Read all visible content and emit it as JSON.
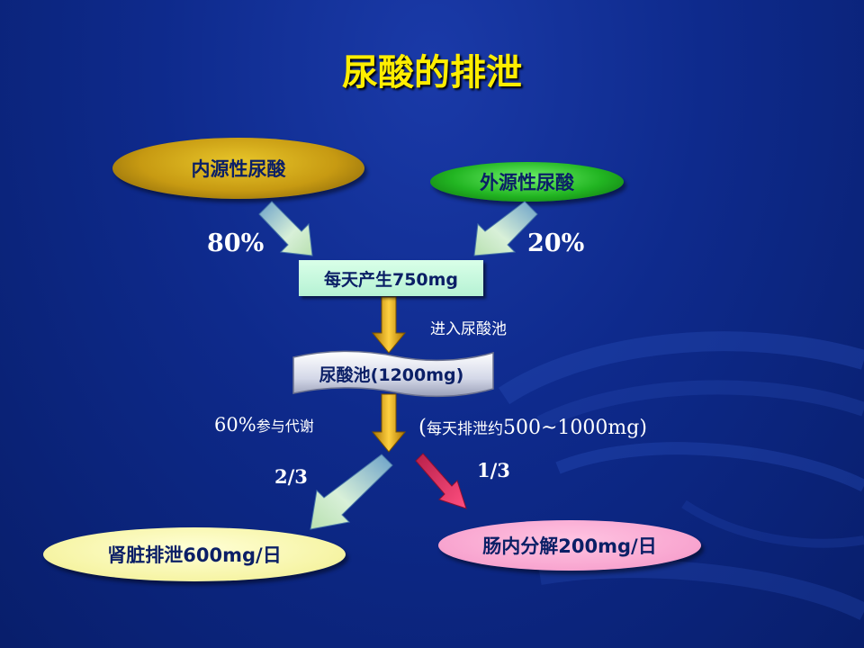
{
  "title": "尿酸的排泄",
  "sources": {
    "endogenous": "内源性尿酸",
    "exogenous": "外源性尿酸",
    "endogenous_pct": "80%",
    "exogenous_pct": "20%"
  },
  "production": {
    "daily_label": "每天产生750mg",
    "enter_pool_label": "进入尿酸池"
  },
  "pool": {
    "label": "尿酸池(1200mg)",
    "metabolism_prefix": "60%",
    "metabolism_text": "参与代谢",
    "excretion_open": "(",
    "excretion_text": "每天排泄约",
    "excretion_range": "500~1000mg)"
  },
  "outputs": {
    "kidney_fraction": "2/3",
    "intestine_fraction": "1/3",
    "kidney_label": "肾脏排泄600mg/日",
    "intestine_label": "肠内分解200mg/日"
  },
  "colors": {
    "background": "#0e2a8c",
    "title": "#ffee00",
    "endogenous": "#c79a12",
    "exogenous": "#22b522",
    "kidney": "#f6f4a4",
    "intestine": "#f8a4cf",
    "down_arrow": "#e6a80c",
    "intestine_arrow": "#e0305c"
  }
}
